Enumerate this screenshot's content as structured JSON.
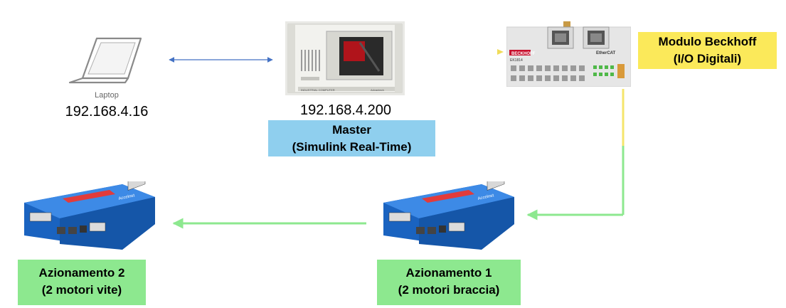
{
  "laptop": {
    "caption": "Laptop",
    "ip": "192.168.4.16"
  },
  "master": {
    "ip": "192.168.4.200",
    "title": "Master",
    "subtitle": "(Simulink Real-Time)",
    "pc_front_text_left": "INDUSTRIAL COMPUTER",
    "pc_front_text_right": "Advantech"
  },
  "beckhoff": {
    "title": "Modulo Beckhoff",
    "subtitle": "(I/O Digitali)",
    "brand": "BECKHOFF",
    "model": "EK1814",
    "bus": "EtherCAT"
  },
  "drive1": {
    "title": "Azionamento 1",
    "subtitle": "(2 motori braccia)",
    "brand": "Accelnet"
  },
  "drive2": {
    "title": "Azionamento 2",
    "subtitle": "(2 motori vite)",
    "brand": "Accelnet"
  },
  "colors": {
    "laptop_master_link": "#4472c4",
    "ethercat_link_start": "#8fd3f0",
    "ethercat_link_end": "#f5e56b",
    "yellow_link": "#f5e56b",
    "green_link": "#8de88f",
    "master_box": "#8fcfee",
    "beckhoff_box": "#fbe95a",
    "drive_box": "#8de88f",
    "drive_body": "#1f73d8"
  }
}
